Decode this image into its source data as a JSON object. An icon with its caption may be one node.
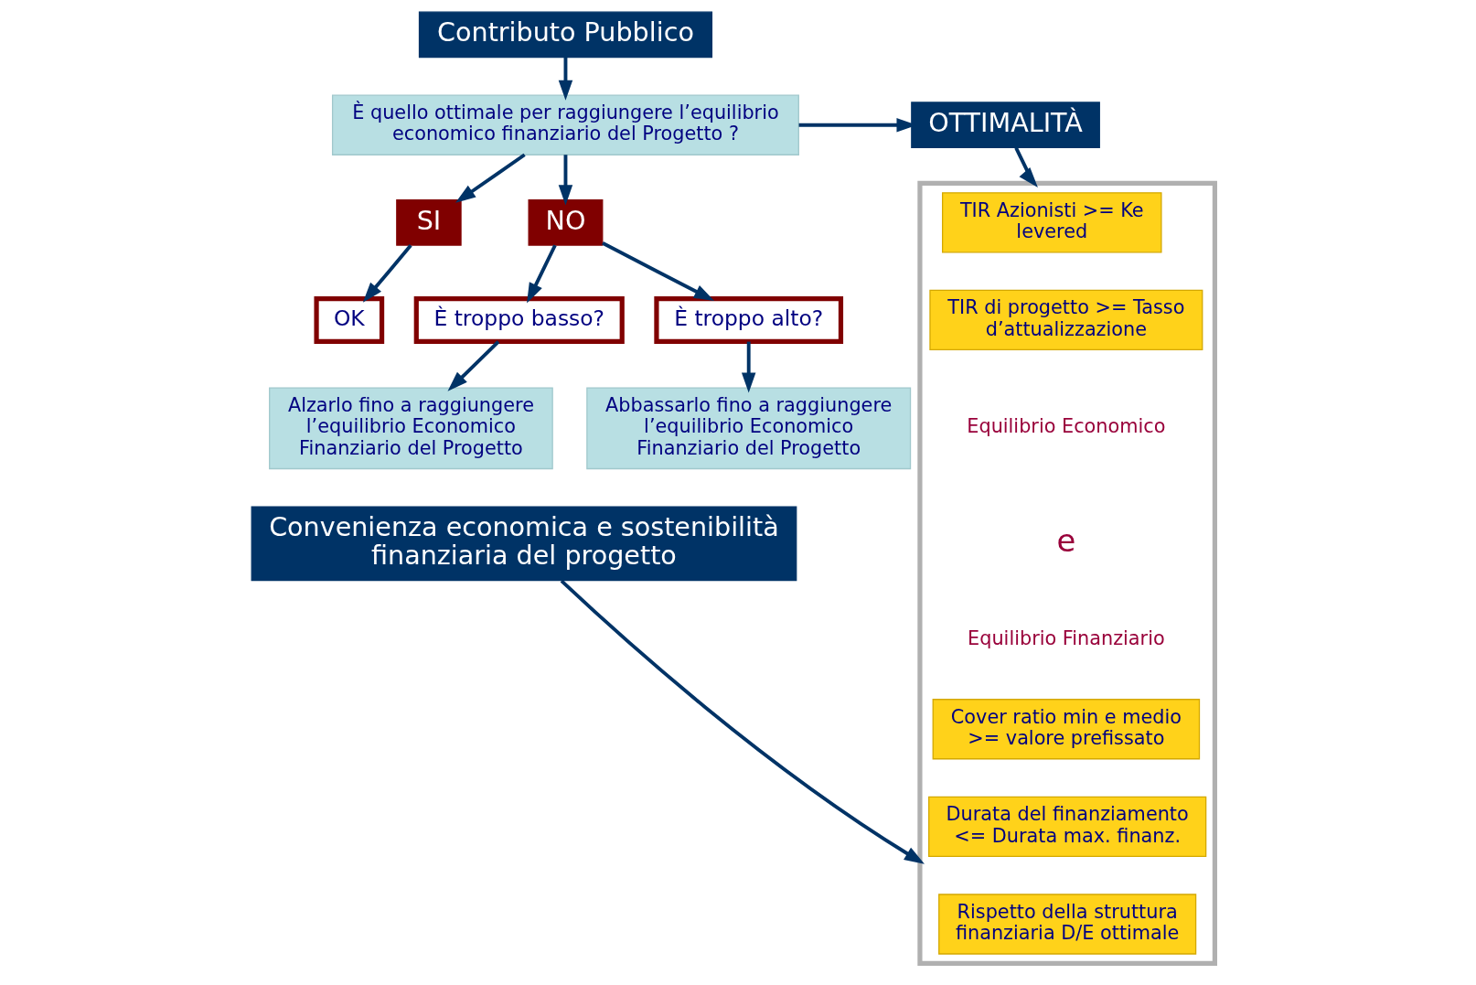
{
  "diagram": {
    "nodes": [
      {
        "text": [
          "Contributo Pubblico"
        ]
      },
      {
        "text": [
          "È quello ottimale per raggiungere l’equilibrio economico finanziario del Progetto ?"
        ]
      },
      {
        "text": [
          "OTTIMALITÀ"
        ]
      },
      {
        "text": [],
        "shape": "box"
      },
      {
        "text": [
          "TIR Azionisti >= Ke levered"
        ],
        "in": 3
      },
      {
        "text": [
          "TIR di progetto >= Tasso d’attualizzazione"
        ],
        "in": 3
      },
      {
        "text": [
          "Cover ratio min e medio >= valore prefissato"
        ],
        "in": 3
      },
      {
        "text": [
          "Durata del finanziamento <= Durata max. finanz."
        ],
        "in": 3
      },
      {
        "text": [
          "Rispetto della struttura finanziaria D/E ottimale"
        ],
        "in": 3
      },
      {
        "text": [
          "SI"
        ]
      },
      {
        "text": [
          "NO"
        ]
      },
      {
        "text": [
          "OK"
        ]
      },
      {
        "text": [
          "È troppo basso?"
        ]
      },
      {
        "text": [
          "È troppo alto?"
        ]
      },
      {
        "text": [
          "Alzarlo fino a raggiungere l’equilibrio Economico Finanziario del Progetto"
        ]
      },
      {
        "text": [
          "Abbassarlo fino a raggiungere l’equilibrio Economico Finanziario del Progetto"
        ]
      },
      {
        "text": [
          "Convenienza economica e sostenibilità finanziaria del progetto"
        ]
      }
    ],
    "edges": [
      {
        "from": 0,
        "to": 1,
        "arrow": "to"
      },
      {
        "from": 1,
        "to": 2,
        "arrow": "to"
      },
      {
        "from": 2,
        "to": 3,
        "arrow": "to"
      },
      {
        "from": 1,
        "to": 9,
        "arrow": "to"
      },
      {
        "from": 1,
        "to": 10,
        "arrow": "to"
      },
      {
        "from": 9,
        "to": 11,
        "arrow": "to"
      },
      {
        "from": 10,
        "to": 12,
        "arrow": "to"
      },
      {
        "from": 10,
        "to": 13,
        "arrow": "to"
      },
      {
        "from": 12,
        "to": 14,
        "arrow": "to"
      },
      {
        "from": 13,
        "to": 15,
        "arrow": "to"
      },
      {
        "from": 16,
        "to": 3,
        "arrow": "to"
      }
    ],
    "labels": [
      "Equilibrio Economico",
      "e",
      "Equilibrio Finanziario"
    ]
  }
}
